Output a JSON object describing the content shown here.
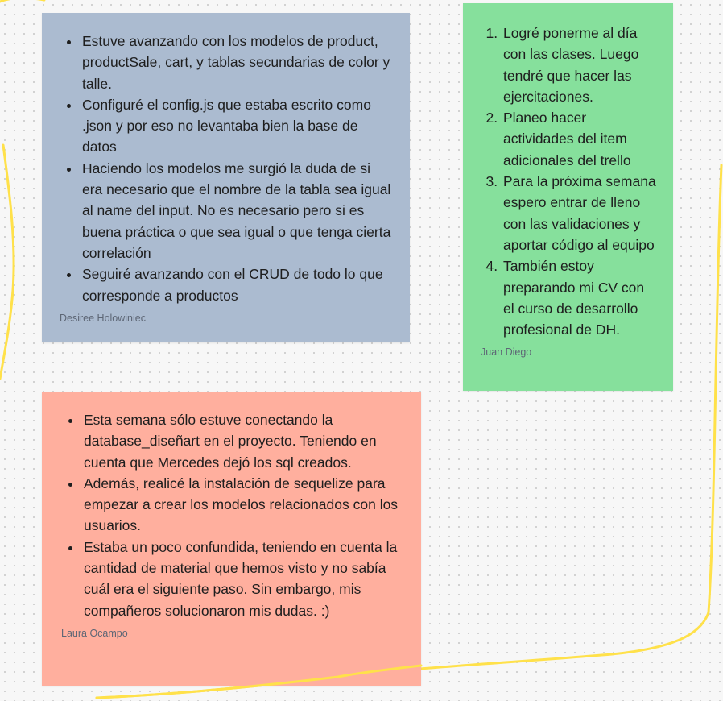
{
  "board": {
    "background_color": "#f7f7f7",
    "highlight_color": "#ffe14a"
  },
  "notes": [
    {
      "color": "#abbbd0",
      "list_type": "bullets",
      "items": [
        "Estuve avanzando con los modelos de product, productSale, cart, y tablas secundarias de color y talle.",
        "Configuré el config.js que estaba escrito como .json y por eso no levantaba bien la base de datos",
        "Haciendo los modelos me surgió la duda de si era necesario que el nombre de la tabla sea igual al name del input. No es necesario pero si es buena práctica o que sea igual o que tenga cierta correlación",
        "Seguiré avanzando con el CRUD de todo lo que corresponde a productos"
      ],
      "author": "Desiree Holowiniec"
    },
    {
      "color": "#86e09c",
      "list_type": "numbered",
      "items": [
        "Logré ponerme al día con las clases. Luego tendré que hacer las ejercitaciones.",
        "Planeo hacer actividades del item adicionales del trello",
        "Para la próxima semana espero entrar de lleno con las validaciones y aportar código al equipo",
        "También estoy preparando mi CV con el curso de desarrollo profesional de DH."
      ],
      "author": "Juan Diego"
    },
    {
      "color": "#ffaf9e",
      "list_type": "bullets",
      "items": [
        "Esta semana sólo estuve conectando la database_diseñart en el proyecto. Teniendo en cuenta que Mercedes dejó los sql creados.",
        "Además, realicé la instalación de sequelize para empezar a crear los modelos relacionados con los usuarios.",
        "Estaba un poco confundida, teniendo en cuenta la cantidad de material que hemos visto y no sabía cuál era el siguiente paso. Sin embargo, mis compañeros solucionaron mis dudas. :)"
      ],
      "author": "Laura Ocampo"
    }
  ]
}
